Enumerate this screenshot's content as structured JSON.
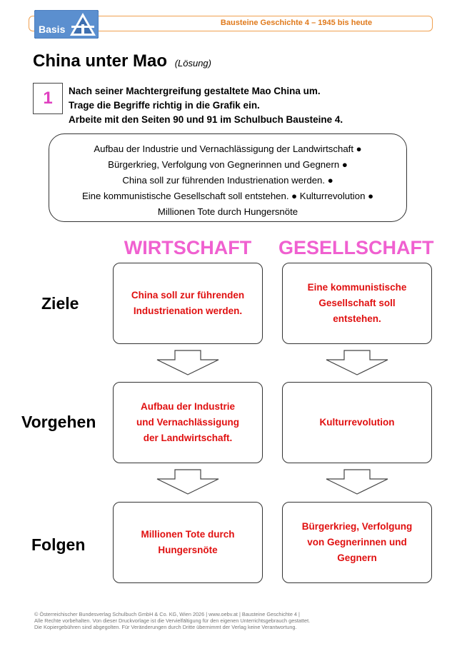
{
  "header": {
    "logo_text": "Basis",
    "title": "Bausteine Geschichte 4 – 1945 bis heute"
  },
  "page": {
    "title": "China unter Mao",
    "subtitle": "(Lösung)"
  },
  "task": {
    "number": "1",
    "lines": [
      "Nach seiner Machtergreifung gestaltete Mao China um.",
      "Trage die Begriffe richtig in die Grafik ein.",
      "Arbeite mit den Seiten 90 und 91 im Schulbuch Bausteine 4."
    ]
  },
  "terms": [
    "Aufbau der Industrie und Vernachlässigung der Landwirtschaft ●",
    "Bürgerkrieg, Verfolgung von Gegnerinnen und Gegnern ●",
    "China soll zur führenden Industrienation werden. ●",
    "Eine kommunistische Gesellschaft soll entstehen. ● Kulturrevolution ●",
    "Millionen Tote durch Hungersnöte"
  ],
  "columns": [
    "WIRTSCHAFT",
    "GESELLSCHAFT"
  ],
  "rows": [
    {
      "label": "Ziele",
      "wirtschaft": "China soll zur führenden\nIndustrienation werden.",
      "gesellschaft": "Eine kommunistische\nGesellschaft soll\nentstehen."
    },
    {
      "label": "Vorgehen",
      "wirtschaft": "Aufbau der Industrie\nund Vernachlässigung\nder Landwirtschaft.",
      "gesellschaft": "Kulturrevolution"
    },
    {
      "label": "Folgen",
      "wirtschaft": "Millionen Tote durch\nHungersnöte",
      "gesellschaft": "Bürgerkrieg, Verfolgung\nvon Gegnerinnen und\nGegnern"
    }
  ],
  "footer": [
    "© Österreichischer Bundesverlag Schulbuch GmbH & Co. KG, Wien 2026 | www.oebv.at | Bausteine Geschichte 4 |",
    "Alle Rechte vorbehalten. Von dieser Druckvorlage ist die Vervielfältigung für den eigenen Unterrichtsgebrauch gestattet.",
    "Die Kopiergebühren sind abgegolten. Für Veränderungen durch Dritte übernimmt der Verlag keine Verantwortung."
  ]
}
